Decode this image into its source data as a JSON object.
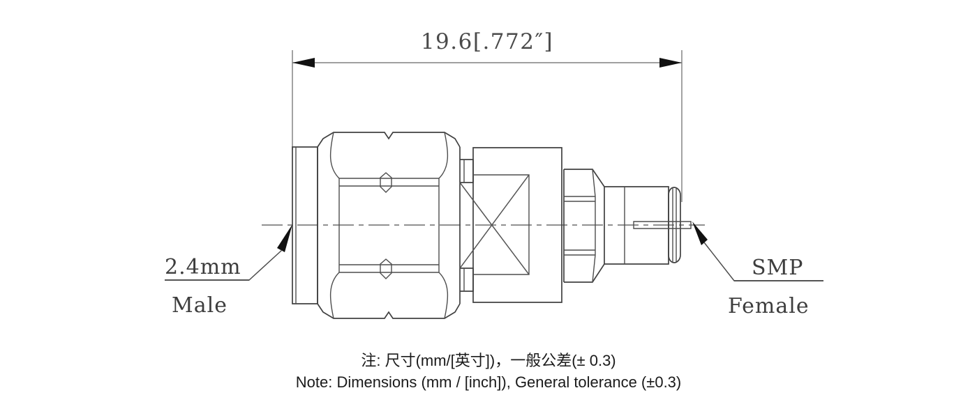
{
  "drawing": {
    "title": "2.4mm Male to SMP Female adapter outline drawing",
    "dimension": {
      "label": "19.6[.772″]",
      "value_mm": 19.6,
      "value_inch": 0.772,
      "arrow_style": "double-arrow"
    },
    "callouts": [
      {
        "id": "left",
        "line1": "2.4mm",
        "line2": "Male",
        "points_to": "left-connector-end"
      },
      {
        "id": "right",
        "line1": "SMP",
        "line2": "Female",
        "points_to": "right-connector-end"
      }
    ],
    "notes": {
      "zh": "注: 尺寸(mm/[英寸])，一般公差(± 0.3)",
      "en": "Note: Dimensions (mm / [inch]), General tolerance (±0.3)"
    },
    "colors": {
      "outline": "#404040",
      "dimension": "#808080",
      "centerline": "#808080",
      "text": "#1a1a1a",
      "background": "#ffffff"
    },
    "parts": [
      {
        "name": "end-cap",
        "kind": "flat-face"
      },
      {
        "name": "hex-body",
        "kind": "hex-nut"
      },
      {
        "name": "knurl-band",
        "kind": "band"
      },
      {
        "name": "square-block",
        "kind": "block-with-x"
      },
      {
        "name": "hex-nut-small",
        "kind": "hex-nut"
      },
      {
        "name": "barrel",
        "kind": "cylinder"
      },
      {
        "name": "flange-ring",
        "kind": "ring"
      },
      {
        "name": "center-pin",
        "kind": "pin"
      }
    ]
  }
}
